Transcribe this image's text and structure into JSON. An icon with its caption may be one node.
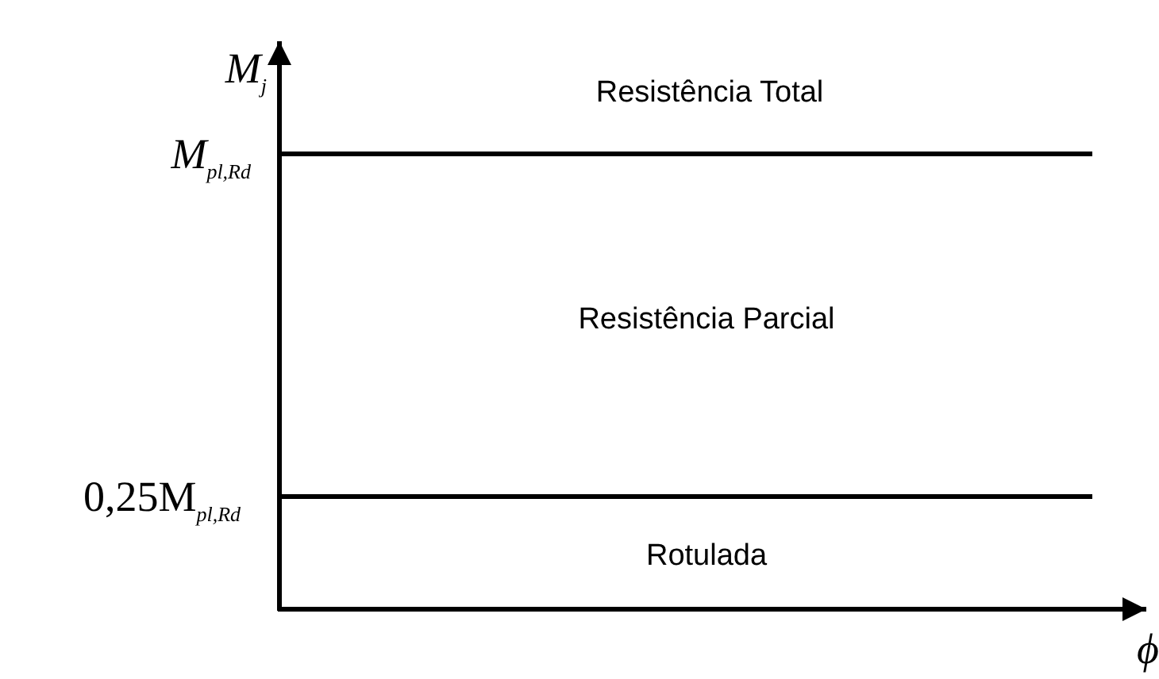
{
  "diagram": {
    "labels": [
      "M$_{j}$",
      "Resistência Total",
      "M$_{pl,Rd}$",
      "Resistência Parcial",
      "0,25M$_{pl,Rd}$",
      "Rotulada",
      "ϕ"
    ]
  }
}
